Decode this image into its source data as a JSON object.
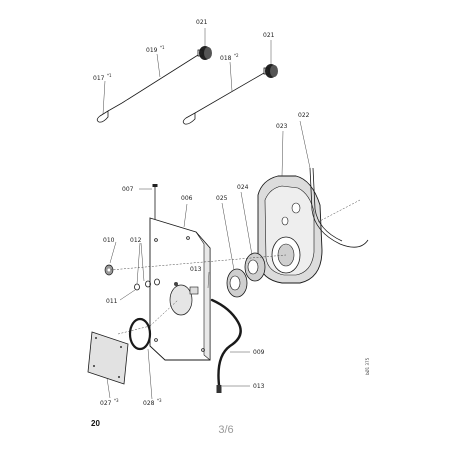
{
  "page_number": "20",
  "sheet": "3/6",
  "side_code": "bØ1 375",
  "labels": {
    "p021a": "021",
    "p021b": "021",
    "p019": "019",
    "p019_note": "*1",
    "p018": "018",
    "p018_note": "*2",
    "p017": "017",
    "p017_note": "*1",
    "p022": "022",
    "p023": "023",
    "p024": "024",
    "p025": "025",
    "p007": "007",
    "p006": "006",
    "p010": "010",
    "p012": "012",
    "p013a": "013",
    "p011": "011",
    "p009": "009",
    "p013b": "013",
    "p027": "027",
    "p027_note": "*3",
    "p028": "028",
    "p028_note": "*3"
  }
}
